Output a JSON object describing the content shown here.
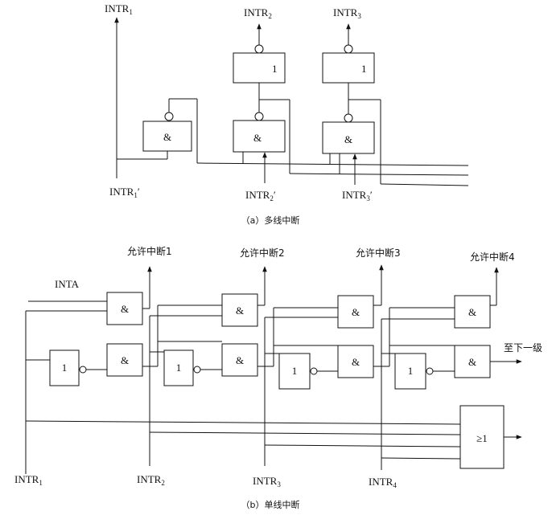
{
  "part_a": {
    "caption": "（a）多线中断",
    "outputs": [
      {
        "name": "INTR",
        "sub": "1"
      },
      {
        "name": "INTR",
        "sub": "2"
      },
      {
        "name": "INTR",
        "sub": "3"
      }
    ],
    "inputs": [
      {
        "name": "INTR",
        "sub": "1",
        "suffix": "′"
      },
      {
        "name": "INTR",
        "sub": "2",
        "suffix": "′"
      },
      {
        "name": "INTR",
        "sub": "3",
        "suffix": "′"
      }
    ],
    "and_symbol": "&",
    "not_symbol": "1"
  },
  "part_b": {
    "caption": "（b）单线中断",
    "inta_label": "INTA",
    "enable_labels": [
      "允许中断1",
      "允许中断2",
      "允许中断3",
      "允许中断4"
    ],
    "next_stage_label": "至下一级",
    "or_symbol": "≥1",
    "and_symbol": "&",
    "not_symbol": "1",
    "inputs": [
      {
        "name": "INTR",
        "sub": "1"
      },
      {
        "name": "INTR",
        "sub": "2"
      },
      {
        "name": "INTR",
        "sub": "3"
      },
      {
        "name": "INTR",
        "sub": "4"
      }
    ]
  }
}
